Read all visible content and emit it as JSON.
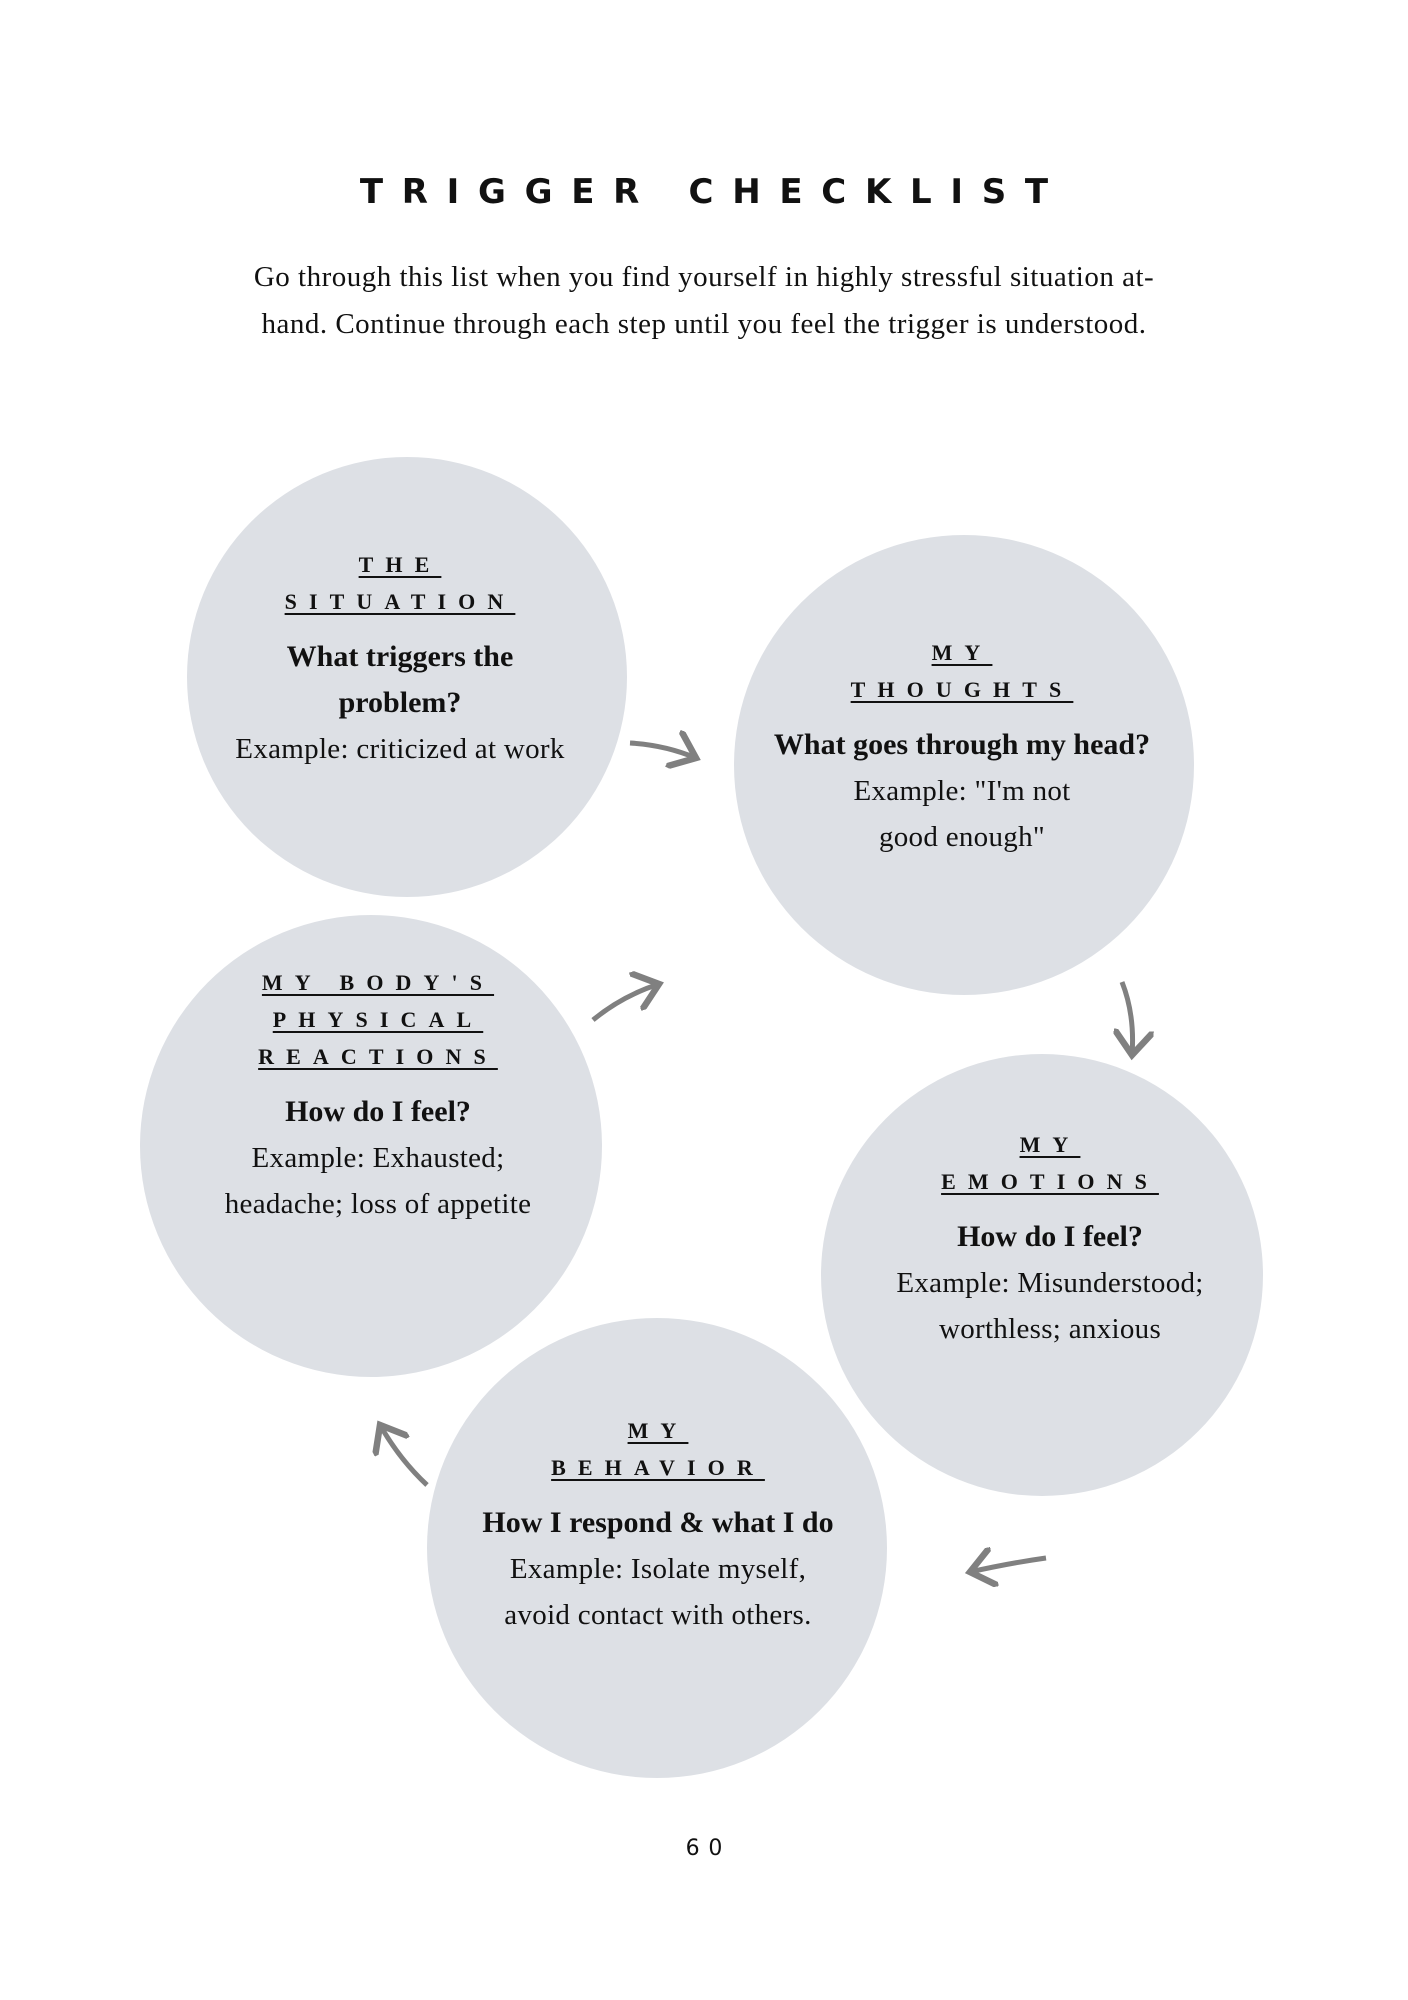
{
  "title": "TRIGGER CHECKLIST",
  "intro": {
    "line1": "Go through this list when you find yourself in highly stressful situation at-",
    "line2": "hand. Continue through each step until you feel the trigger is understood."
  },
  "steps": [
    {
      "heading": [
        "THE",
        "SITUATION"
      ],
      "question": [
        "What triggers the",
        "problem?"
      ],
      "example": [
        "Example: criticized at work"
      ]
    },
    {
      "heading": [
        "MY",
        "THOUGHTS"
      ],
      "question": [
        "What goes through my head?"
      ],
      "example": [
        "Example: \"I'm not",
        "good enough\""
      ]
    },
    {
      "heading": [
        "MY",
        "EMOTIONS"
      ],
      "question": [
        "How do I feel?"
      ],
      "example": [
        "Example: Misunderstood;",
        "worthless; anxious"
      ]
    },
    {
      "heading": [
        "MY",
        "BEHAVIOR"
      ],
      "question": [
        "How I respond & what I do"
      ],
      "example": [
        "Example: Isolate myself,",
        "avoid contact with others."
      ]
    },
    {
      "heading": [
        "MY BODY'S",
        "PHYSICAL",
        "REACTIONS"
      ],
      "question": [
        "How do I feel?"
      ],
      "example": [
        "Example: Exhausted;",
        "headache; loss of appetite"
      ]
    }
  ],
  "page_number": "60",
  "colors": {
    "circle": "#dde0e5",
    "arrow": "#808080",
    "text": "#111111"
  }
}
